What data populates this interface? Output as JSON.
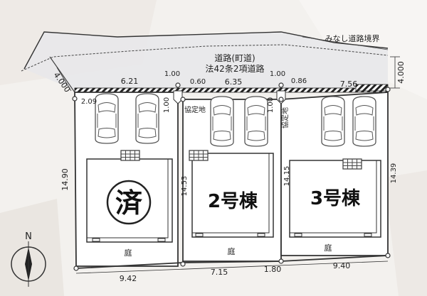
{
  "road": {
    "name": "道路(町道)",
    "article": "法42条2項道路",
    "boundary_label": "みなし道路境界",
    "setback_left": "4.000",
    "setback_right": "4.000"
  },
  "frontage": {
    "a": "6.21",
    "b": "1.00",
    "c": "0.60",
    "d": "6.35",
    "e": "1.00",
    "f": "0.86",
    "g": "7.56"
  },
  "corner": "2.09",
  "agreement": {
    "side_1": "1.00",
    "side_2": "1.00",
    "label_1": "協定地",
    "label_2": "協定地"
  },
  "lots": [
    {
      "status": "済",
      "depth": "14.90",
      "garden": "庭",
      "rear": "9.42"
    },
    {
      "name": "2号棟",
      "depth": "14.53",
      "garden": "庭",
      "rear": "7.15"
    },
    {
      "name": "3号棟",
      "depth": "14.15",
      "depth_right": "14.39",
      "garden": "庭",
      "rear": "9.40"
    }
  ],
  "rear_extra": "1.80",
  "compass": {
    "label": "N"
  }
}
